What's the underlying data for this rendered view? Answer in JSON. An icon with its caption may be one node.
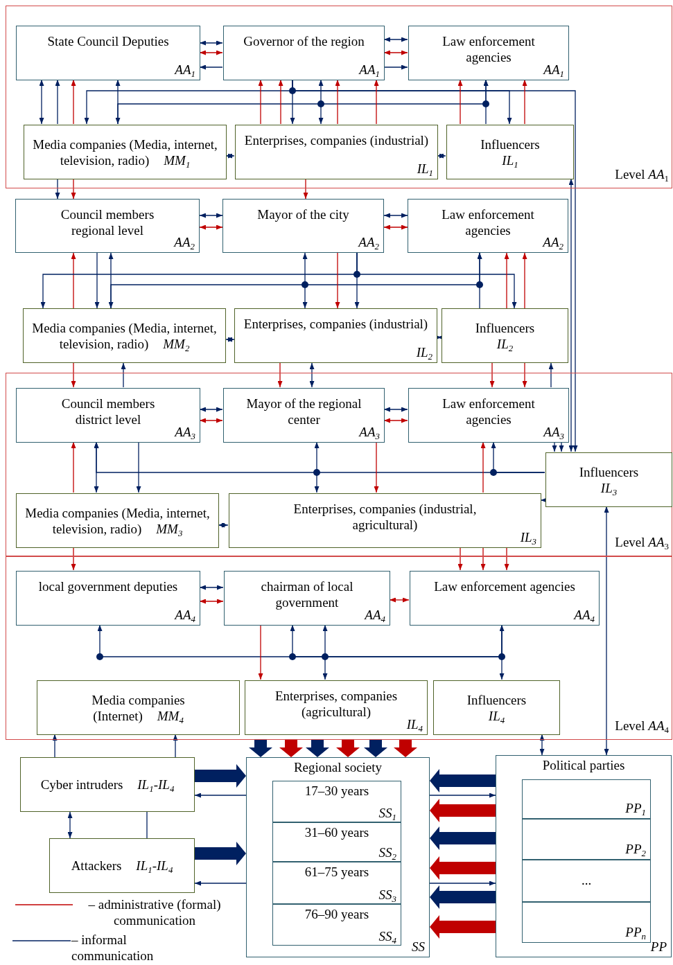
{
  "diagram": {
    "nodes": [
      {
        "text": [
          "Level *AA*$_{1}$"
        ]
      },
      {
        "text": [
          "State Council Deputies",
          "AA$_{1}$"
        ],
        "in": 0
      },
      {
        "text": [
          "Governor of the region",
          "AA$_{1}$"
        ],
        "in": 0
      },
      {
        "text": [
          "Law enforcement agencies",
          "AA$_{1}$"
        ],
        "in": 0
      },
      {
        "text": [
          "Media companies (Media, internet, television, radio)",
          "MM$_{1}$"
        ],
        "in": 0
      },
      {
        "text": [
          "Enterprises, companies (industrial)",
          "IL$_{1}$"
        ],
        "in": 0
      },
      {
        "text": [
          "Influencers",
          "IL$_{1}$"
        ],
        "in": 0
      },
      {
        "text": [
          "Council members regional level",
          "AA$_{2}$"
        ]
      },
      {
        "text": [
          "Mayor of the city",
          "AA$_{2}$"
        ]
      },
      {
        "text": [
          "Law enforcement agencies",
          "AA$_{2}$"
        ]
      },
      {
        "text": [
          "Media companies (Media, internet, television, radio)",
          "MM$_{2}$"
        ]
      },
      {
        "text": [
          "Enterprises, companies (industrial)",
          "IL$_{2}$"
        ]
      },
      {
        "text": [
          "Influencers",
          "IL$_{2}$"
        ]
      },
      {
        "text": [
          "Level *AA*$_{3}$"
        ]
      },
      {
        "text": [
          "Council members district level",
          "AA$_{3}$"
        ],
        "in": 13
      },
      {
        "text": [
          "Mayor of the regional center",
          "AA$_{3}$"
        ],
        "in": 13
      },
      {
        "text": [
          "Law enforcement agencies",
          "AA$_{3}$"
        ],
        "in": 13
      },
      {
        "text": [
          "Influencers",
          "IL$_{3}$"
        ],
        "in": 13
      },
      {
        "text": [
          "Media companies (Media, internet, television, radio)",
          "MM$_{3}$"
        ],
        "in": 13
      },
      {
        "text": [
          "Enterprises, companies (industrial, agricultural)",
          "IL$_{3}$"
        ],
        "in": 13
      },
      {
        "text": [
          "Level *AA*$_{4}$"
        ]
      },
      {
        "text": [
          "local government deputies",
          "AA$_{4}$"
        ],
        "in": 20
      },
      {
        "text": [
          "chairman of local government",
          "AA$_{4}$"
        ],
        "in": 20
      },
      {
        "text": [
          "Law enforcement agencies",
          "AA$_{4}$"
        ],
        "in": 20
      },
      {
        "text": [
          "Media companies (Internet)",
          "MM$_{4}$"
        ],
        "in": 20
      },
      {
        "text": [
          "Enterprises, companies (agricultural)",
          "IL$_{4}$"
        ],
        "in": 20
      },
      {
        "text": [
          "Influencers",
          "IL$_{4}$"
        ],
        "in": 20
      },
      {
        "text": [
          "Cyber intruders",
          "IL$_{1}$-IL$_{4}$"
        ]
      },
      {
        "text": [
          "Attackers",
          "IL$_{1}$-IL$_{4}$"
        ]
      },
      {
        "text": [
          "Regional society",
          "SS"
        ]
      },
      {
        "text": [
          "17–30 years",
          "SS$_{1}$"
        ],
        "in": 29
      },
      {
        "text": [
          "31–60 years",
          "SS$_{2}$"
        ],
        "in": 29
      },
      {
        "text": [
          "61–75 years",
          "SS$_{3}$"
        ],
        "in": 29
      },
      {
        "text": [
          "76–90 years",
          "SS$_{4}$"
        ],
        "in": 29
      },
      {
        "text": [
          "Political parties",
          "PP"
        ]
      },
      {
        "text": [
          "PP$_{1}$"
        ],
        "in": 34
      },
      {
        "text": [
          "PP$_{2}$"
        ],
        "in": 34
      },
      {
        "text": [
          "..."
        ],
        "in": 34
      },
      {
        "text": [
          "PP$_{n}$"
        ],
        "in": 34
      }
    ],
    "edges": [
      {
        "from": 1,
        "to": 2,
        "arrow": "both"
      },
      {
        "from": 1,
        "to": 2,
        "arrow": "both",
        "color": "#c00000"
      },
      {
        "from": 2,
        "to": 1,
        "arrow": "to"
      },
      {
        "from": 2,
        "to": 3,
        "arrow": "both"
      },
      {
        "from": 2,
        "to": 3,
        "arrow": "both",
        "color": "#c00000"
      },
      {
        "from": 2,
        "to": 3,
        "arrow": "to"
      },
      {
        "from": 4,
        "to": 5,
        "arrow": "both"
      },
      {
        "from": 5,
        "to": 6,
        "arrow": "both"
      },
      {
        "from": 1,
        "to": 4,
        "arrow": "both"
      },
      {
        "from": 4,
        "to": 1,
        "arrow": "to"
      },
      {
        "from": 4,
        "to": 1,
        "arrow": "to",
        "color": "#c00000"
      },
      {
        "from": 2,
        "to": 4,
        "arrow": "to"
      },
      {
        "from": 2,
        "to": 5,
        "arrow": "to"
      },
      {
        "from": 2,
        "to": 17,
        "arrow": "to"
      },
      {
        "from": 1,
        "to": 4,
        "arrow": "both"
      },
      {
        "from": 2,
        "to": 5,
        "arrow": "both"
      },
      {
        "from": 6,
        "to": 3,
        "arrow": "to"
      },
      {
        "from": 4,
        "to": 3,
        "arrow": "to"
      },
      {
        "from": 2,
        "to": 6,
        "arrow": "to"
      },
      {
        "from": 5,
        "to": 2,
        "arrow": "to",
        "color": "#c00000"
      },
      {
        "from": 5,
        "to": 2,
        "arrow": "to",
        "color": "#c00000"
      },
      {
        "from": 5,
        "to": 2,
        "arrow": "to",
        "color": "#c00000"
      },
      {
        "from": 5,
        "to": 2,
        "arrow": "to",
        "color": "#c00000"
      },
      {
        "from": 6,
        "to": 3,
        "arrow": "to",
        "color": "#c00000"
      },
      {
        "from": 6,
        "to": 3,
        "arrow": "to",
        "color": "#c00000"
      },
      {
        "from": 5,
        "to": 8,
        "arrow": "to",
        "color": "#c00000"
      },
      {
        "from": 4,
        "to": 7,
        "arrow": "to",
        "color": "#c00000"
      },
      {
        "from": 4,
        "to": 7,
        "arrow": "to"
      },
      {
        "from": 7,
        "to": 8,
        "arrow": "both"
      },
      {
        "from": 7,
        "to": 8,
        "arrow": "both",
        "color": "#c00000"
      },
      {
        "from": 8,
        "to": 9,
        "arrow": "both"
      },
      {
        "from": 8,
        "to": 9,
        "arrow": "both",
        "color": "#c00000"
      },
      {
        "from": 10,
        "to": 11,
        "arrow": "both"
      },
      {
        "from": 11,
        "to": 12,
        "arrow": "both"
      },
      {
        "from": 10,
        "to": 7,
        "arrow": "to",
        "color": "#c00000"
      },
      {
        "from": 7,
        "to": 10,
        "arrow": "to"
      },
      {
        "from": 7,
        "to": 10,
        "arrow": "both"
      },
      {
        "from": 8,
        "to": 10,
        "arrow": "to"
      },
      {
        "from": 8,
        "to": 11,
        "arrow": "to"
      },
      {
        "from": 8,
        "to": 12,
        "arrow": "to"
      },
      {
        "from": 8,
        "to": 11,
        "arrow": "both"
      },
      {
        "from": 12,
        "to": 9,
        "arrow": "to"
      },
      {
        "from": 10,
        "to": 9,
        "arrow": "to"
      },
      {
        "from": 8,
        "to": 11,
        "arrow": "to",
        "color": "#c00000"
      },
      {
        "from": 12,
        "to": 9,
        "arrow": "to",
        "color": "#c00000"
      },
      {
        "from": 12,
        "to": 9,
        "arrow": "to",
        "color": "#c00000"
      },
      {
        "from": 14,
        "to": 15,
        "arrow": "both"
      },
      {
        "from": 14,
        "to": 15,
        "arrow": "both",
        "color": "#c00000"
      },
      {
        "from": 15,
        "to": 16,
        "arrow": "both"
      },
      {
        "from": 15,
        "to": 16,
        "arrow": "both",
        "color": "#c00000"
      },
      {
        "from": 18,
        "to": 19,
        "arrow": "both"
      },
      {
        "from": 17,
        "to": 19,
        "arrow": "to"
      },
      {
        "from": 10,
        "to": 14,
        "arrow": "to",
        "color": "#c00000"
      },
      {
        "from": 14,
        "to": 10,
        "arrow": "to"
      },
      {
        "from": 18,
        "to": 14,
        "arrow": "to",
        "color": "#c00000"
      },
      {
        "from": 14,
        "to": 18,
        "arrow": "both"
      },
      {
        "from": 14,
        "to": 18,
        "arrow": "to"
      },
      {
        "from": 17,
        "to": 16,
        "arrow": "to"
      },
      {
        "from": 17,
        "to": 14,
        "arrow": "to"
      },
      {
        "from": 15,
        "to": 19,
        "arrow": "both"
      },
      {
        "from": 11,
        "to": 15,
        "arrow": "to",
        "color": "#c00000"
      },
      {
        "from": 15,
        "to": 19,
        "arrow": "to",
        "color": "#c00000"
      },
      {
        "from": 19,
        "to": 16,
        "arrow": "to",
        "color": "#c00000"
      },
      {
        "from": 12,
        "to": 16,
        "arrow": "to",
        "color": "#c00000"
      },
      {
        "from": 12,
        "to": 16,
        "arrow": "to",
        "color": "#c00000"
      },
      {
        "from": 16,
        "to": 17,
        "arrow": "to"
      },
      {
        "from": 16,
        "to": 17,
        "arrow": "to"
      },
      {
        "from": 16,
        "to": 12,
        "arrow": "to"
      },
      {
        "from": 11,
        "to": 15,
        "arrow": "both"
      },
      {
        "from": 21,
        "to": 22,
        "arrow": "both"
      },
      {
        "from": 21,
        "to": 22,
        "arrow": "both",
        "color": "#c00000"
      },
      {
        "from": 22,
        "to": 23,
        "arrow": "both",
        "color": "#c00000"
      },
      {
        "from": 18,
        "to": 21,
        "arrow": "to",
        "color": "#c00000"
      },
      {
        "from": 19,
        "to": 23,
        "arrow": "to",
        "color": "#c00000"
      },
      {
        "from": 19,
        "to": 23,
        "arrow": "to",
        "color": "#c00000"
      },
      {
        "from": 19,
        "to": 23,
        "arrow": "to",
        "color": "#c00000"
      },
      {
        "from": 22,
        "to": 25,
        "arrow": "both"
      },
      {
        "from": 23,
        "to": 26,
        "arrow": "both"
      },
      {
        "from": 23,
        "to": 21,
        "arrow": "to"
      },
      {
        "from": 23,
        "to": 22,
        "arrow": "to"
      },
      {
        "from": 22,
        "to": 25,
        "arrow": "to",
        "color": "#c00000"
      },
      {
        "from": 28,
        "to": 27,
        "arrow": "none"
      },
      {
        "from": 27,
        "to": 24,
        "arrow": "to"
      },
      {
        "from": 27,
        "to": 24,
        "arrow": "to"
      },
      {
        "from": 27,
        "to": 28,
        "arrow": "both"
      },
      {
        "from": 26,
        "to": 34,
        "arrow": "both"
      },
      {
        "from": 6,
        "to": 17,
        "arrow": "both"
      },
      {
        "from": 17,
        "to": 34,
        "arrow": "both"
      },
      {
        "from": 30,
        "to": 34,
        "arrow": "to"
      },
      {
        "from": 30,
        "to": 27,
        "arrow": "to"
      },
      {
        "from": 32,
        "to": 34,
        "arrow": "to"
      },
      {
        "from": 32,
        "to": 28,
        "arrow": "to"
      },
      {
        "from": 20,
        "to": 29,
        "arrow": "to",
        "style": "thick"
      },
      {
        "from": 20,
        "to": 29,
        "arrow": "to",
        "style": "thick",
        "color": "#c00000"
      },
      {
        "from": 20,
        "to": 29,
        "arrow": "to",
        "style": "thick"
      },
      {
        "from": 20,
        "to": 29,
        "arrow": "to",
        "style": "thick",
        "color": "#c00000"
      },
      {
        "from": 20,
        "to": 29,
        "arrow": "to",
        "style": "thick"
      },
      {
        "from": 20,
        "to": 29,
        "arrow": "to",
        "style": "thick",
        "color": "#c00000"
      },
      {
        "from": 34,
        "to": 29,
        "arrow": "to",
        "style": "thick"
      },
      {
        "from": 34,
        "to": 29,
        "arrow": "to",
        "style": "thick",
        "color": "#c00000"
      },
      {
        "from": 34,
        "to": 29,
        "arrow": "to",
        "style": "thick"
      },
      {
        "from": 34,
        "to": 29,
        "arrow": "to",
        "style": "thick",
        "color": "#c00000"
      },
      {
        "from": 34,
        "to": 29,
        "arrow": "to",
        "style": "thick"
      },
      {
        "from": 34,
        "to": 29,
        "arrow": "to",
        "style": "thick",
        "color": "#c00000"
      },
      {
        "from": 27,
        "to": 29,
        "arrow": "to",
        "style": "thick"
      },
      {
        "from": 28,
        "to": 29,
        "arrow": "to",
        "style": "thick"
      }
    ],
    "legend": [
      {
        "text": "– administrative (formal) communication"
      },
      {
        "text": "– informal communication"
      }
    ]
  }
}
